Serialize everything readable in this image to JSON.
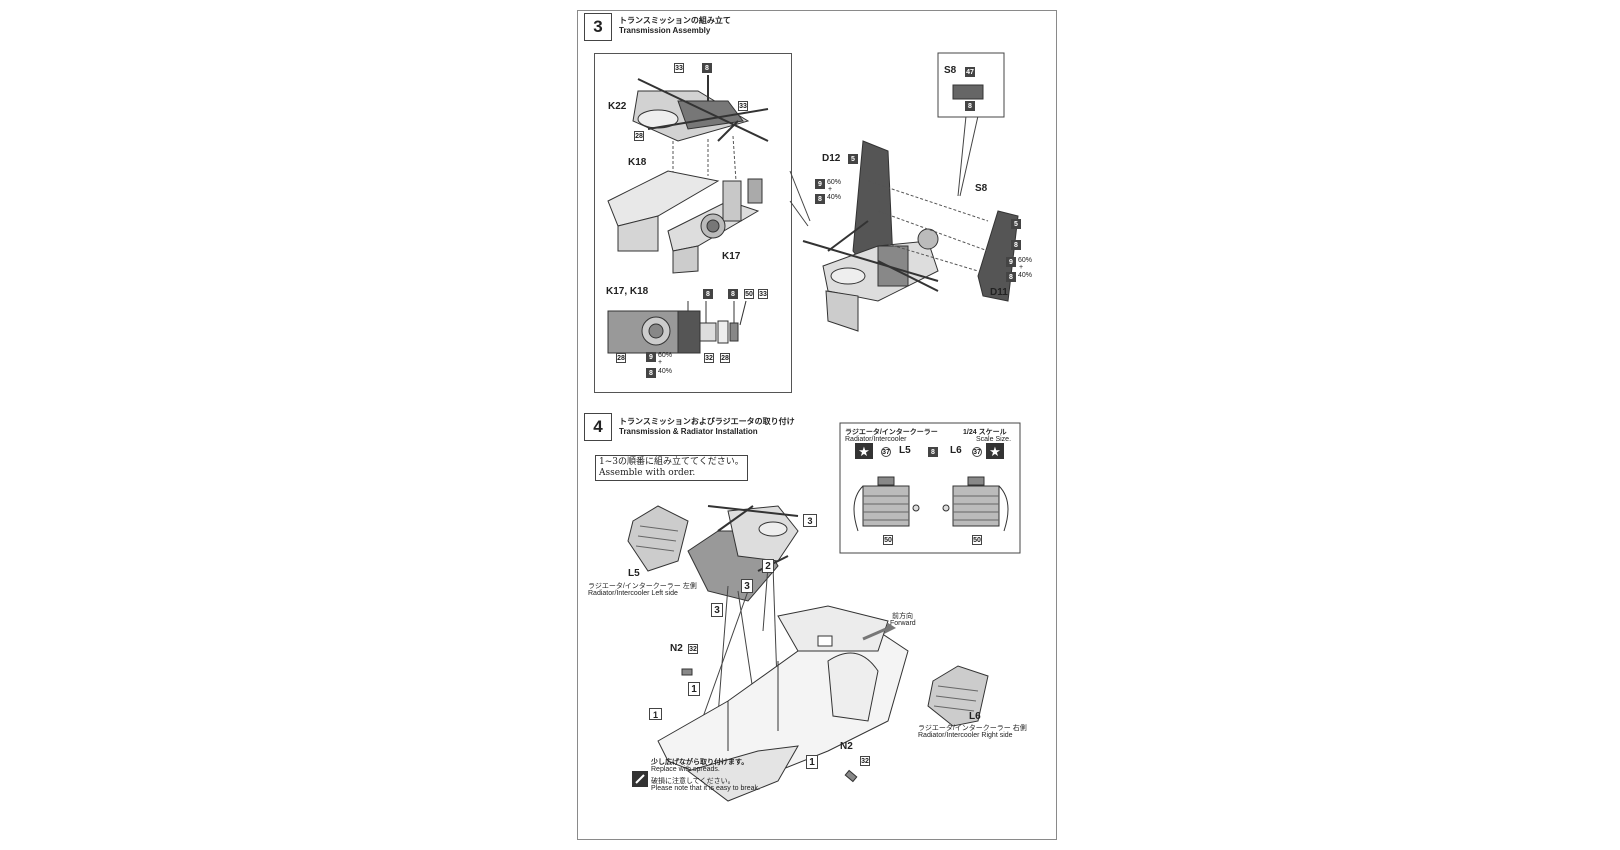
{
  "step3": {
    "number": "3",
    "title_jp": "トランスミッションの組み立て",
    "title_en": "Transmission Assembly",
    "labels": {
      "k22": "K22",
      "k18": "K18",
      "k17": "K17",
      "k17k18": "K17, K18",
      "d12": "D12",
      "d11": "D11",
      "s8a": "S8",
      "s8b": "S8"
    },
    "codes": {
      "c33": "33",
      "c8": "8",
      "c28": "28",
      "c5": "5",
      "c9": "9",
      "c47": "47",
      "c50": "50",
      "c32": "32"
    },
    "mix": {
      "p60": "60%",
      "p40": "40%",
      "plus": "+"
    }
  },
  "step4": {
    "number": "4",
    "title_jp": "トランスミッションおよびラジエータの取り付け",
    "title_en": "Transmission & Radiator Installation",
    "note_jp": "1~3の順番に組み立ててください。",
    "note_en": "Assemble with order.",
    "inset": {
      "title_jp": "ラジエータ/インタークーラー",
      "title_en": "Radiator/Intercooler",
      "scale_jp": "1/24 スケール",
      "scale_en": "Scale Size.",
      "l5": "L5",
      "l6": "L6",
      "c37": "37",
      "c8": "8",
      "c50": "50"
    },
    "l5": {
      "code": "L5",
      "jp": "ラジエータ/インタークーラー 左側",
      "en": "Radiator/Intercooler Left side"
    },
    "l6": {
      "code": "L6",
      "jp": "ラジエータ/インタークーラー 右側",
      "en": "Radiator/Intercooler Right side"
    },
    "n2": "N2",
    "c32": "32",
    "forward_jp": "前方向",
    "forward_en": "Forward",
    "steps": {
      "s1": "1",
      "s2": "2",
      "s3": "3"
    },
    "tip": {
      "jp1": "少し広げながら取り付けます。",
      "en1": "Replace with spreads.",
      "jp2": "破損に注意してください。",
      "en2": "Please note that it is easy to break."
    }
  }
}
